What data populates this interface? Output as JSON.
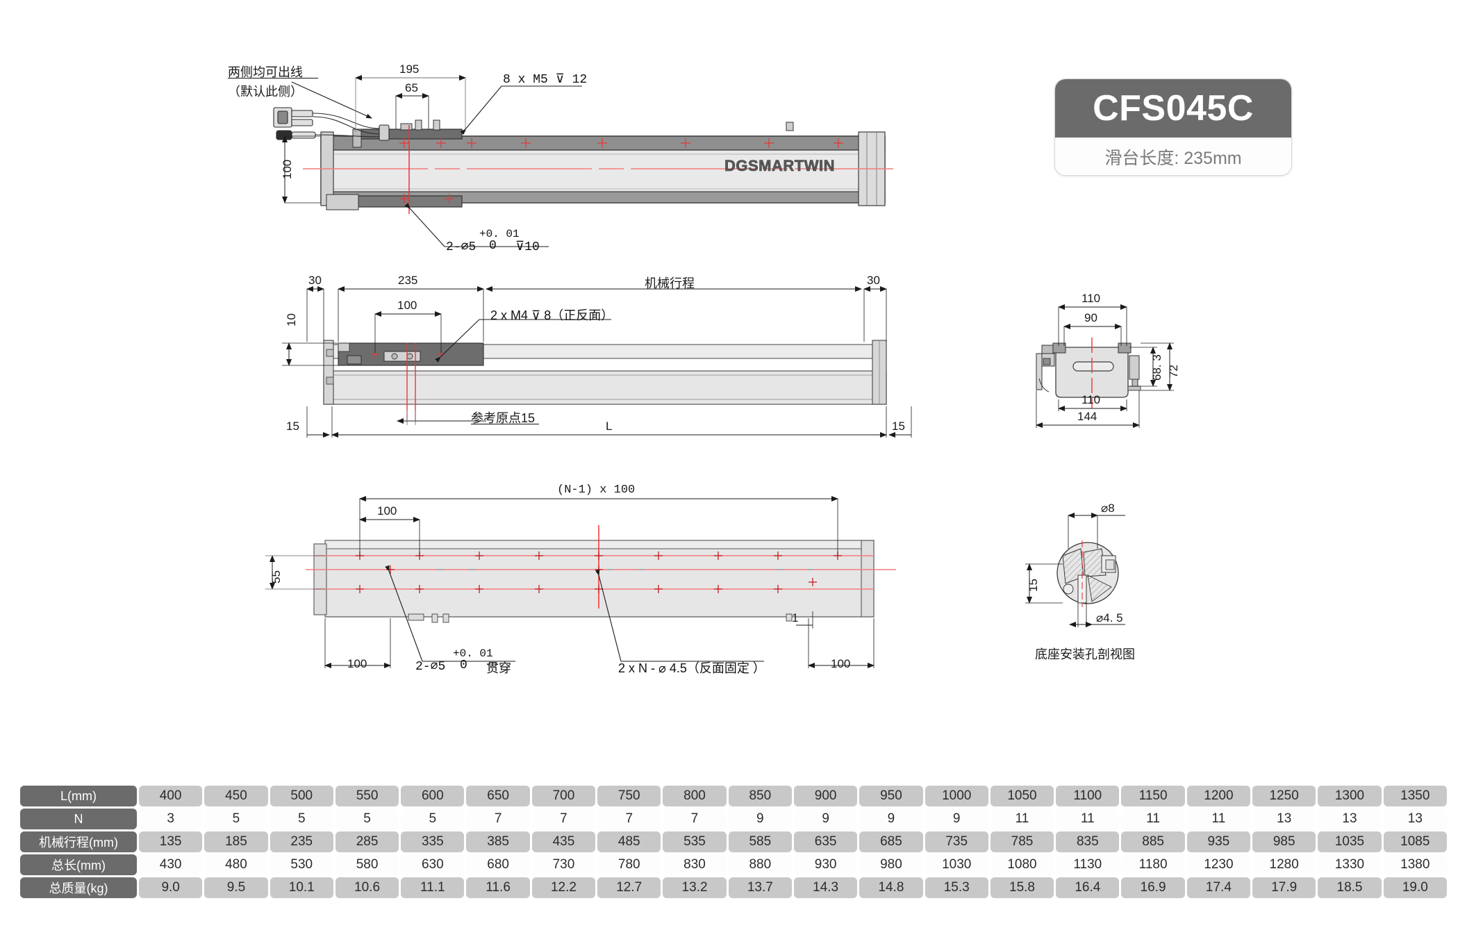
{
  "badge": {
    "model": "CFS045C",
    "subtitle": "滑台长度: 235mm"
  },
  "brand": {
    "logo_text": "DGSMARTWIN"
  },
  "views": {
    "front": {
      "name": "front-view",
      "annotations": {
        "cable_note_line1": "两侧均可出线",
        "cable_note_line2": "（默认此侧）",
        "dim_195": "195",
        "dim_65": "65",
        "dim_100_height": "100",
        "note_m5": "8 x M5  ⊽  12",
        "note_dowel_tol_upper": "+0. 01",
        "note_dowel_tol_lower": "0",
        "note_dowel": "2-⌀5",
        "note_dowel_depth": "⊽10"
      }
    },
    "top": {
      "name": "top-view",
      "annotations": {
        "dim_30_left": "30",
        "dim_235": "235",
        "dim_100": "100",
        "dim_10": "10",
        "note_m4": "2 x M4 ⊽ 8（正反面）",
        "label_stroke": "机械行程",
        "dim_30_right": "30",
        "dim_15_left": "15",
        "label_origin": "参考原点15",
        "label_L": "L",
        "dim_15_right": "15"
      }
    },
    "bottom": {
      "name": "bottom-view",
      "annotations": {
        "dim_n_minus_1": "(N-1) x 100",
        "dim_100_top": "100",
        "dim_55": "55",
        "dim_1": "1",
        "dim_100_left": "100",
        "dim_100_right": "100",
        "note_thru_tol_upper": "+0. 01",
        "note_thru_tol_lower": "0",
        "note_thru": "2-⌀5",
        "note_thru_word": "贯穿",
        "note_back_holes": "2 x N - ⌀ 4.5（反面固定 ）"
      }
    },
    "section": {
      "name": "cross-section-view",
      "annotations": {
        "dim_110_top": "110",
        "dim_90": "90",
        "dim_68_3": "68. 3",
        "dim_72": "72",
        "dim_110_bottom": "110",
        "dim_144": "144"
      }
    },
    "detail": {
      "name": "base-mounting-hole-section",
      "annotations": {
        "dim_d8": "⌀8",
        "dim_15": "15",
        "dim_d4_5": "⌀4. 5",
        "caption": "底座安装孔剖视图"
      }
    }
  },
  "table": {
    "rows": [
      {
        "label": "L(mm)",
        "values": [
          "400",
          "450",
          "500",
          "550",
          "600",
          "650",
          "700",
          "750",
          "800",
          "850",
          "900",
          "950",
          "1000",
          "1050",
          "1100",
          "1150",
          "1200",
          "1250",
          "1300",
          "1350"
        ]
      },
      {
        "label": "N",
        "values": [
          "3",
          "5",
          "5",
          "5",
          "5",
          "7",
          "7",
          "7",
          "7",
          "9",
          "9",
          "9",
          "9",
          "11",
          "11",
          "11",
          "11",
          "13",
          "13",
          "13"
        ]
      },
      {
        "label": "机械行程(mm)",
        "values": [
          "135",
          "185",
          "235",
          "285",
          "335",
          "385",
          "435",
          "485",
          "535",
          "585",
          "635",
          "685",
          "735",
          "785",
          "835",
          "885",
          "935",
          "985",
          "1035",
          "1085"
        ]
      },
      {
        "label": "总长(mm)",
        "values": [
          "430",
          "480",
          "530",
          "580",
          "630",
          "680",
          "730",
          "780",
          "830",
          "880",
          "930",
          "980",
          "1030",
          "1080",
          "1130",
          "1180",
          "1230",
          "1280",
          "1330",
          "1380"
        ]
      },
      {
        "label": "总质量(kg)",
        "values": [
          "9.0",
          "9.5",
          "10.1",
          "10.6",
          "11.1",
          "11.6",
          "12.2",
          "12.7",
          "13.2",
          "13.7",
          "14.3",
          "14.8",
          "15.3",
          "15.8",
          "16.4",
          "16.9",
          "17.4",
          "17.9",
          "18.5",
          "19.0"
        ]
      }
    ]
  },
  "colors": {
    "centerline": "#f05a5a",
    "body_fill": "#e6e6e6",
    "rail_fill": "#8c8c8c",
    "badge_dark": "#6b6b6b",
    "line": "#1a1a1a"
  }
}
